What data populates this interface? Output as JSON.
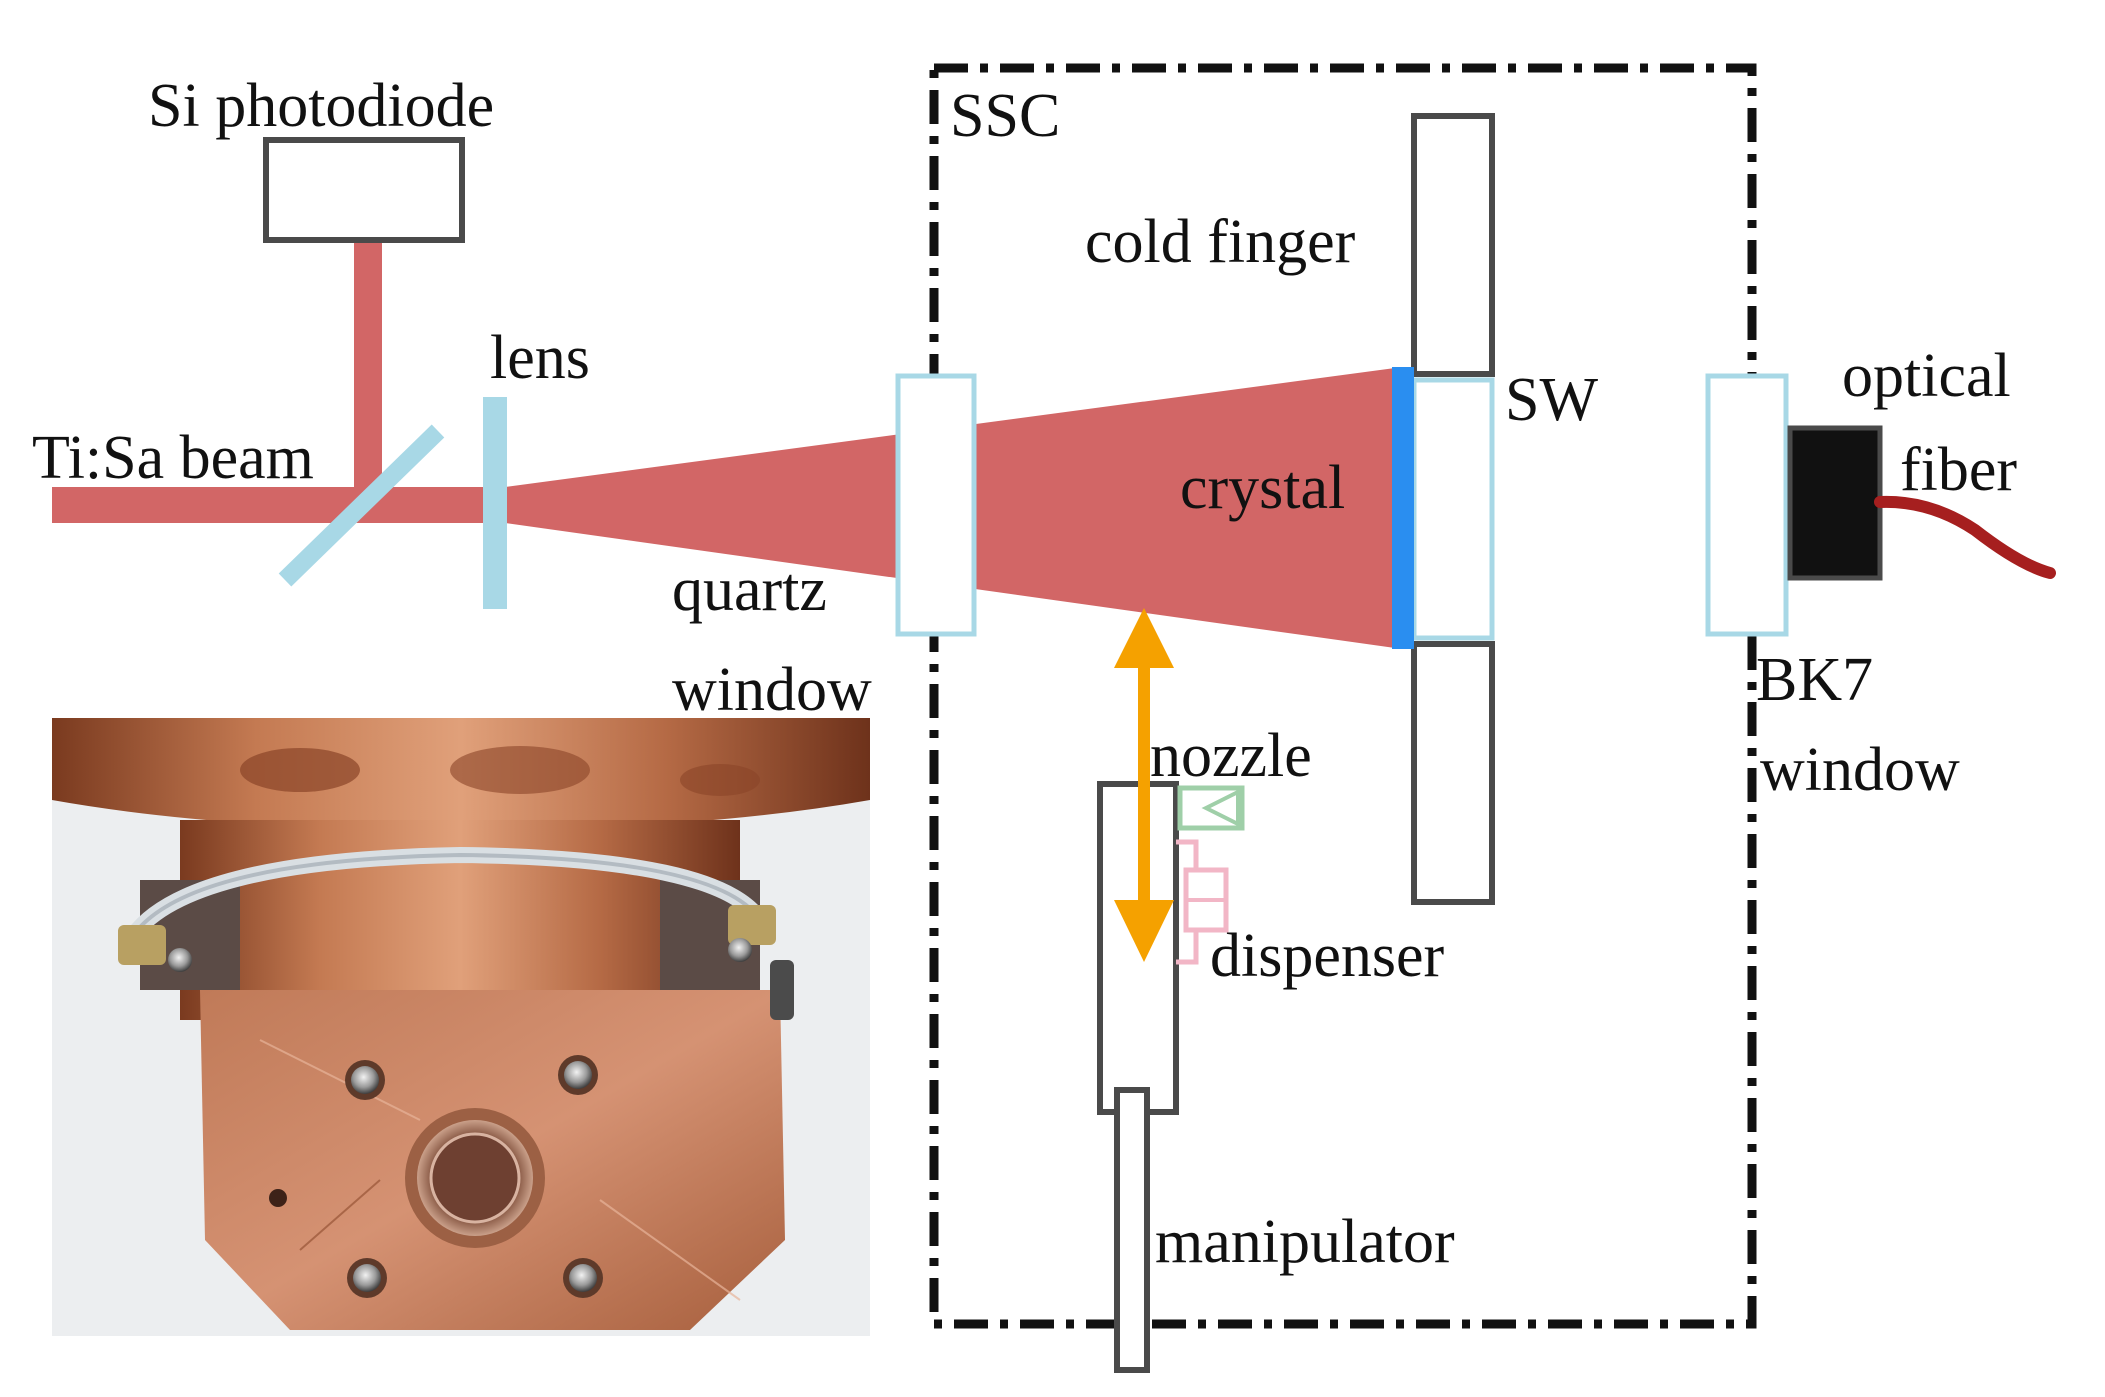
{
  "labels": {
    "si_photodiode": "Si photodiode",
    "lens": "lens",
    "tisa_beam": "Ti:Sa beam",
    "ssc": "SSC",
    "cold_finger": "cold finger",
    "sw": "SW",
    "crystal": "crystal",
    "optical": "optical",
    "fiber": "fiber",
    "quartz": "quartz",
    "quartz_window": "window",
    "bk7": "BK7",
    "bk7_window": "window",
    "nozzle": "nozzle",
    "dispenser": "dispenser",
    "manipulator": "manipulator"
  },
  "colors": {
    "beam": "#d26666",
    "optic": "#a8d8e6",
    "crystal_face": "#2a8ef0",
    "arrow": "#f5a100",
    "frame": "#111111",
    "outline": "#4a4a4a",
    "fiber_cable": "#a61f1f",
    "nozzle": "#9fcfa8",
    "dispenser": "#f2b6c6",
    "copper": "#b8704a",
    "fiber_connector": "#111111"
  },
  "photo": {
    "subject": "copper sample holder (cold finger) photograph"
  }
}
